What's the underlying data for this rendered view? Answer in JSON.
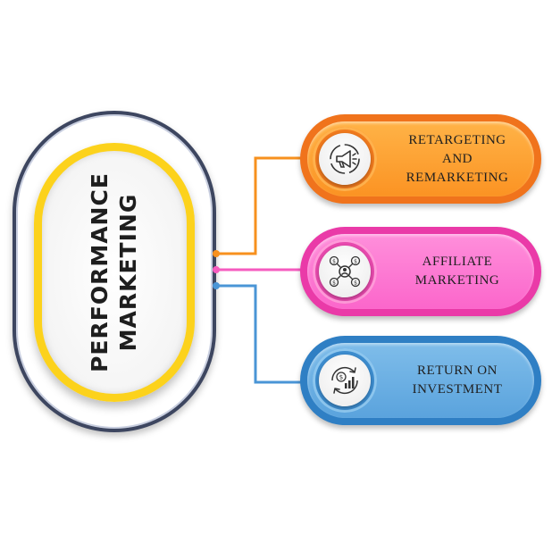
{
  "title": {
    "line1": "PERFORMANCE",
    "line2": "MARKETING"
  },
  "items": [
    {
      "lines": [
        "RETARGETING",
        "AND",
        "REMARKETING"
      ],
      "icon": "megaphone-icon",
      "color": "#f7901e"
    },
    {
      "lines": [
        "AFFILIATE",
        "MARKETING"
      ],
      "icon": "affiliate-network-icon",
      "color": "#f55bbf"
    },
    {
      "lines": [
        "RETURN ON",
        "INVESTMENT"
      ],
      "icon": "roi-chart-icon",
      "color": "#4a95d6"
    }
  ],
  "colors": {
    "outer_ring": "#3d4660",
    "inner_pill": "#fcd21c"
  }
}
